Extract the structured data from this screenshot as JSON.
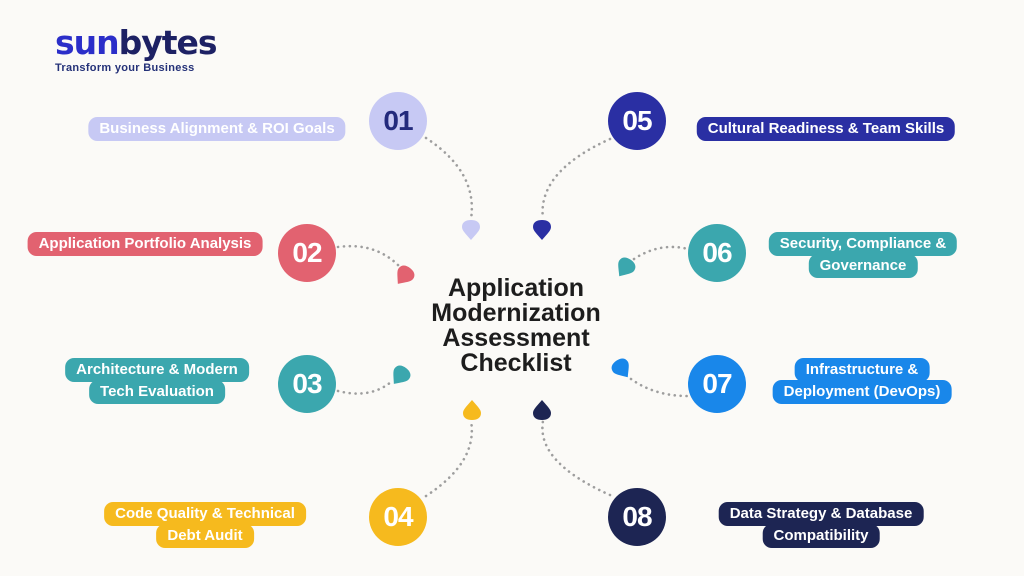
{
  "logo": {
    "brand_primary": "sun",
    "brand_secondary": "bytes",
    "tagline": "Transform your Business"
  },
  "title": {
    "full": "Application Modernization Assessment Checklist",
    "line1": "Application",
    "line2": "Modernization",
    "line3": "Assessment",
    "line4": "Checklist"
  },
  "items": [
    {
      "number": "01",
      "lines": [
        "Business Alignment & ROI Goals"
      ],
      "color": "#c7c9f4",
      "text_color": "#232a7c"
    },
    {
      "number": "02",
      "lines": [
        "Application Portfolio Analysis"
      ],
      "color": "#e26270",
      "text_color": "#ffffff"
    },
    {
      "number": "03",
      "lines": [
        "Architecture & Modern",
        "Tech Evaluation"
      ],
      "color": "#3ba7ae",
      "text_color": "#ffffff"
    },
    {
      "number": "04",
      "lines": [
        "Code Quality & Technical",
        "Debt Audit"
      ],
      "color": "#f6ba1e",
      "text_color": "#ffffff"
    },
    {
      "number": "05",
      "lines": [
        "Cultural Readiness & Team Skills"
      ],
      "color": "#2a2fa3",
      "text_color": "#ffffff"
    },
    {
      "number": "06",
      "lines": [
        "Security, Compliance &",
        "Governance"
      ],
      "color": "#3ba7ae",
      "text_color": "#ffffff"
    },
    {
      "number": "07",
      "lines": [
        "Infrastructure &",
        "Deployment (DevOps)"
      ],
      "color": "#1987ea",
      "text_color": "#ffffff"
    },
    {
      "number": "08",
      "lines": [
        "Data Strategy & Database",
        "Compatibility"
      ],
      "color": "#1d2553",
      "text_color": "#ffffff"
    }
  ],
  "connector": {
    "dot_color": "#9e9e9e",
    "background": "#fbfaf7"
  }
}
